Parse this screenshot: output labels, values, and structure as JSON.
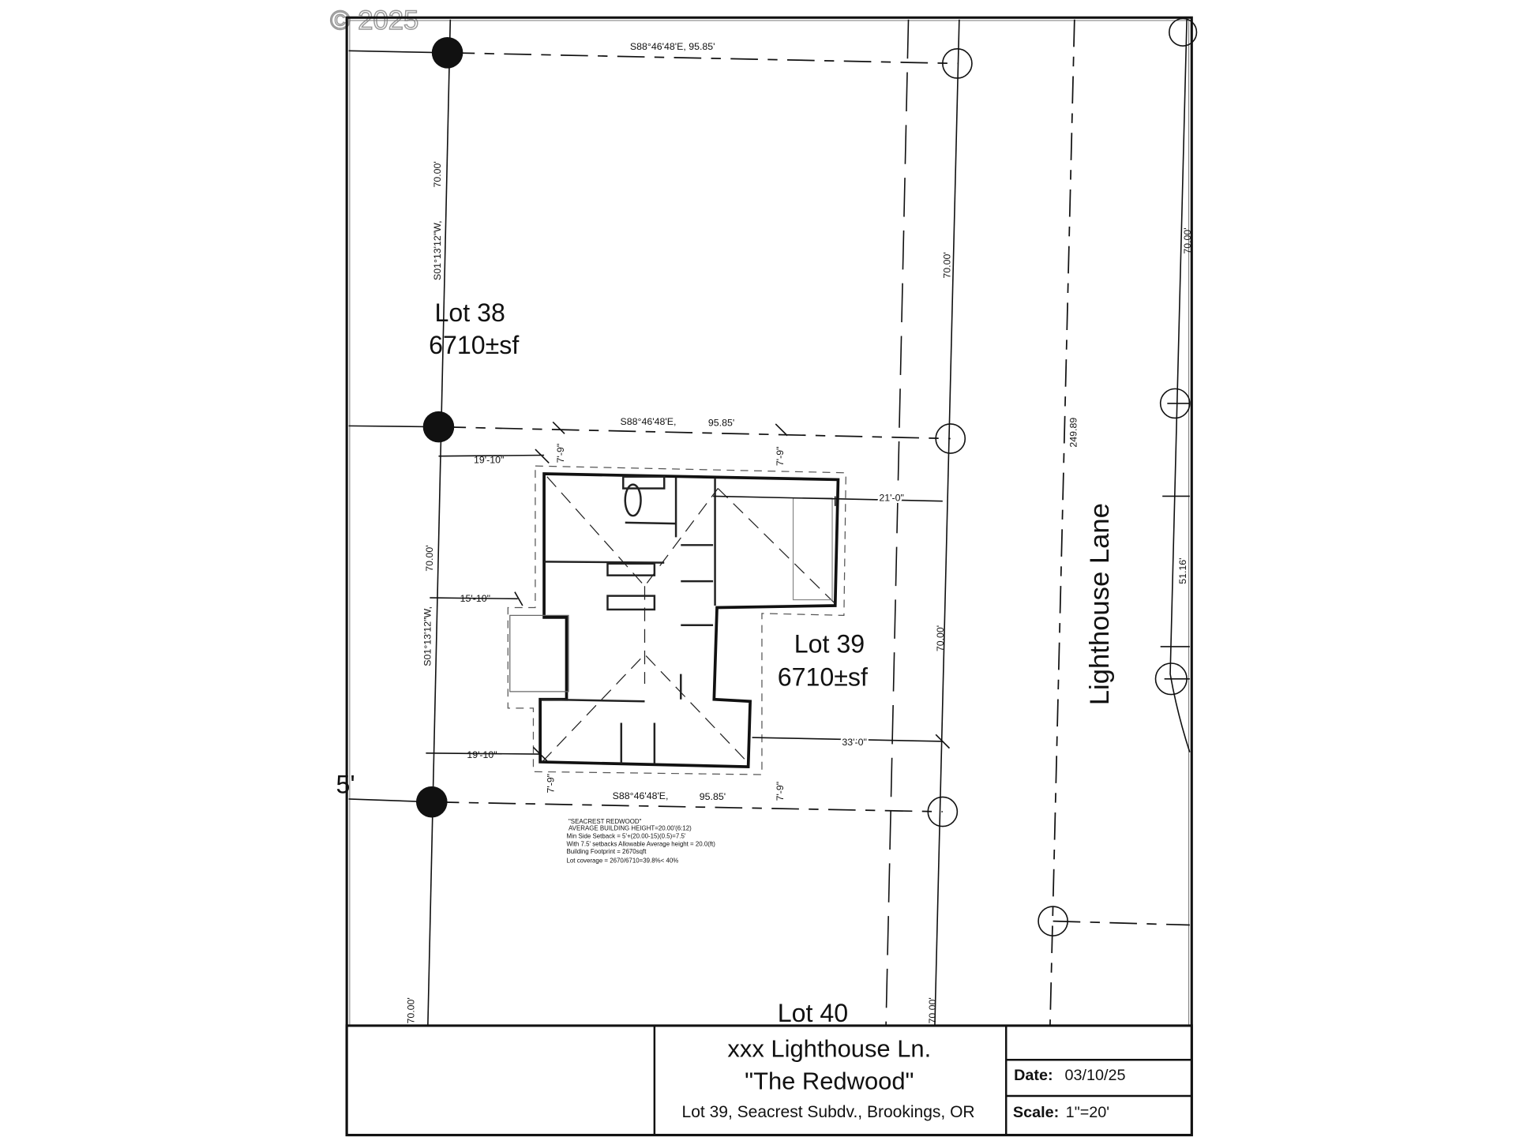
{
  "watermark": "© 2025",
  "bearings": {
    "top_line": "S88°46'48'E, 95.85'",
    "mid_line_bearing": "S88°46'48'E,",
    "mid_line_distance": "95.85'",
    "bottom_line_bearing": "S88°46'48'E,",
    "bottom_line_distance": "95.85'",
    "west_upper_bearing": "S01°13'12\"W,",
    "west_upper_distance": "70.00'",
    "west_mid_bearing": "S01°13'12\"W,",
    "west_mid_distance": "70.00'",
    "west_bottom_distance": "70.00'",
    "east_upper_distance": "70.00'",
    "east_mid_distance": "70.00'",
    "east_bottom_distance": "70.00'",
    "road_distance": "249.89",
    "curve_distance": "51.16'",
    "edge_partial": "5'",
    "far_right_partial": "70.00'"
  },
  "setbacks": {
    "top_left": "19'-10\"",
    "mid_left": "15'-10\"",
    "bottom_left": "19'-10\"",
    "top_right": "21'-0\"",
    "bottom_right": "33'-0\"",
    "side_tl": "7'-9\"",
    "side_tr": "7'-9\"",
    "side_bl": "7'-9\"",
    "side_br": "7'-9\""
  },
  "lots": [
    {
      "name": "Lot 38",
      "area": "6710±sf"
    },
    {
      "name": "Lot 39",
      "area": "6710±sf"
    },
    {
      "name": "Lot 40"
    }
  ],
  "street": "Lighthouse Lane",
  "notes": [
    "\"SEACREST REDWOOD\"",
    "AVERAGE BUILDING HEIGHT=20.00'(6:12)",
    "Min Side Setback = 5'+(20.00-15)(0.5)=7.5'",
    "With 7.5' setbacks Allowable Average height = 20.0(ft)",
    "Building Footprint = 2670sqft",
    "Lot coverage = 2670/6710=39.8%< 40%"
  ],
  "title_block": {
    "address": "xxx Lighthouse Ln.",
    "model": "\"The Redwood\"",
    "location": "Lot 39, Seacrest Subdv., Brookings, OR",
    "date_label": "Date:",
    "date_value": "03/10/25",
    "scale_label": "Scale:",
    "scale_value": "1\"=20'"
  },
  "colors": {
    "ink": "#111111",
    "background": "#ffffff",
    "watermark": "#9a9a9a"
  }
}
